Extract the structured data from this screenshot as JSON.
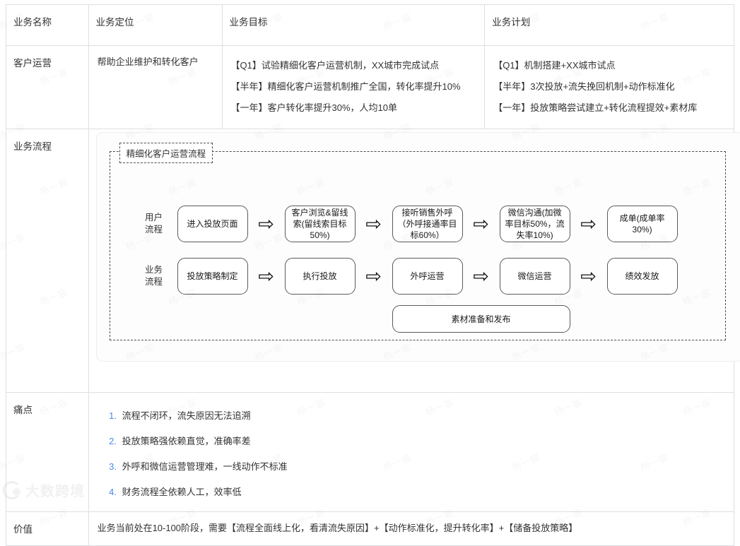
{
  "table": {
    "headers": [
      "业务名称",
      "业务定位",
      "业务目标",
      "业务计划"
    ],
    "row_business": {
      "name": "客户运营",
      "positioning": "帮助企业维护和转化客户",
      "goals": [
        "【Q1】试验精细化客户运营机制，XX城市完成试点",
        "【半年】精细化客户运营机制推广全国，转化率提升10%",
        "【一年】客户转化率提升30%，人均10单"
      ],
      "plans": [
        "【Q1】机制搭建+XX城市试点",
        "【半年】3次投放+流失挽回机制+动作标准化",
        "【一年】投放策略尝试建立+转化流程提效+素材库"
      ]
    },
    "row_flow_label": "业务流程",
    "row_pain_label": "痛点",
    "row_value_label": "价值"
  },
  "flow": {
    "title": "精细化客户运营流程",
    "lanes": [
      {
        "label_line1": "用户",
        "label_line2": "流程"
      },
      {
        "label_line1": "业务",
        "label_line2": "流程"
      }
    ],
    "user_nodes": [
      "进入投放页面",
      "客户浏览&留线索(留线索目标50%)",
      "接听销售外呼（外呼接通率目标60%）",
      "微信沟通(加微率目标50%，流失率10%)",
      "成单(成单率30%)"
    ],
    "business_nodes": [
      "投放策略制定",
      "执行投放",
      "外呼运营",
      "微信运营",
      "绩效发放"
    ],
    "support_node": "素材准备和发布",
    "arrow_glyph": "⇨"
  },
  "pain_points": [
    "流程不闭环，流失原因无法追溯",
    "投放策略强依赖直觉，准确率差",
    "外呼和微信运营管理难，一线动作不标准",
    "财务流程全依赖人工，效率低"
  ],
  "value": "业务当前处在10-100阶段，需要【流程全面线上化，看清流失原因】+【动作标准化，提升转化率】+【储备投放策略】",
  "branding": {
    "watermark_text": "杨一宸",
    "logo_text": "大数跨境"
  },
  "colors": {
    "marker_blue": "#4a86e8",
    "border_gray": "#dcdee0",
    "node_border": "#5a5a5a"
  }
}
